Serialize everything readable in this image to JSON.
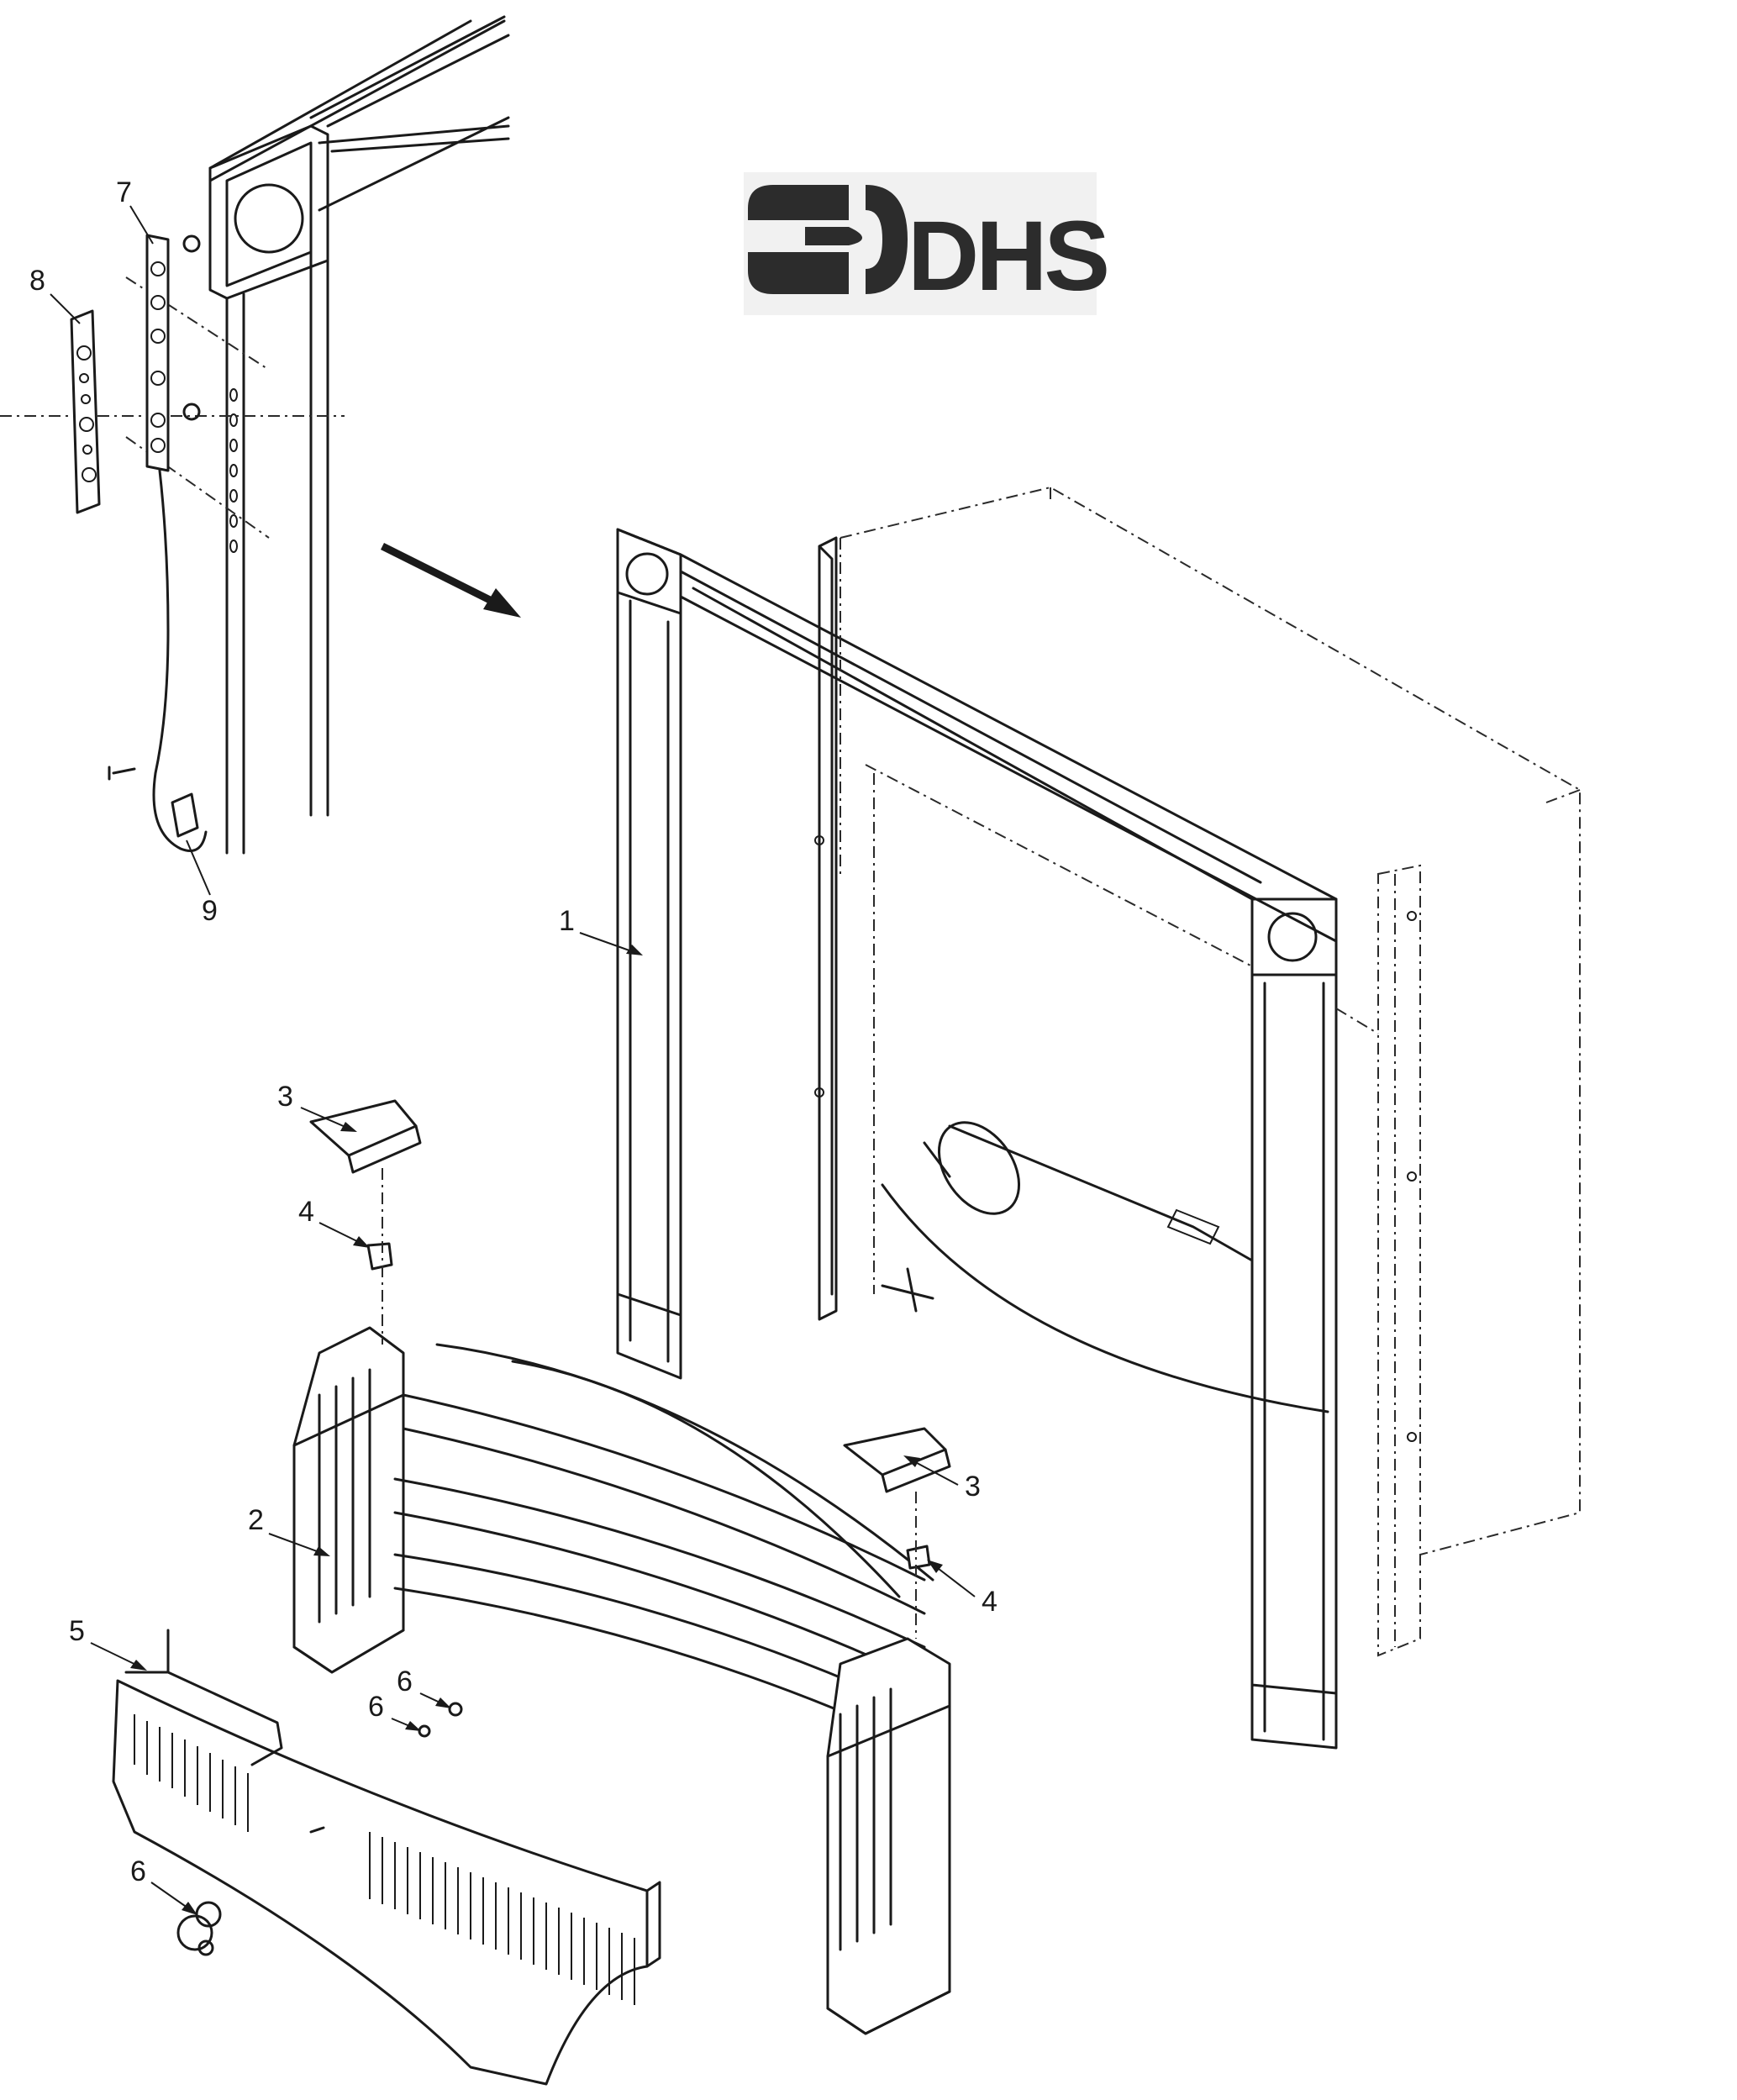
{
  "logo": {
    "text": "DHS"
  },
  "callouts": [
    {
      "id": "c1",
      "label": "1"
    },
    {
      "id": "c2",
      "label": "2"
    },
    {
      "id": "c3a",
      "label": "3"
    },
    {
      "id": "c3b",
      "label": "3"
    },
    {
      "id": "c4a",
      "label": "4"
    },
    {
      "id": "c4b",
      "label": "4"
    },
    {
      "id": "c5",
      "label": "5"
    },
    {
      "id": "c6a",
      "label": "6"
    },
    {
      "id": "c6b",
      "label": "6"
    },
    {
      "id": "c6c",
      "label": "6"
    },
    {
      "id": "c7",
      "label": "7"
    },
    {
      "id": "c8",
      "label": "8"
    },
    {
      "id": "c9",
      "label": "9"
    }
  ],
  "colors": {
    "ink": "#1a1a1a",
    "logo": "#2c2c2c",
    "background": "#ffffff"
  }
}
